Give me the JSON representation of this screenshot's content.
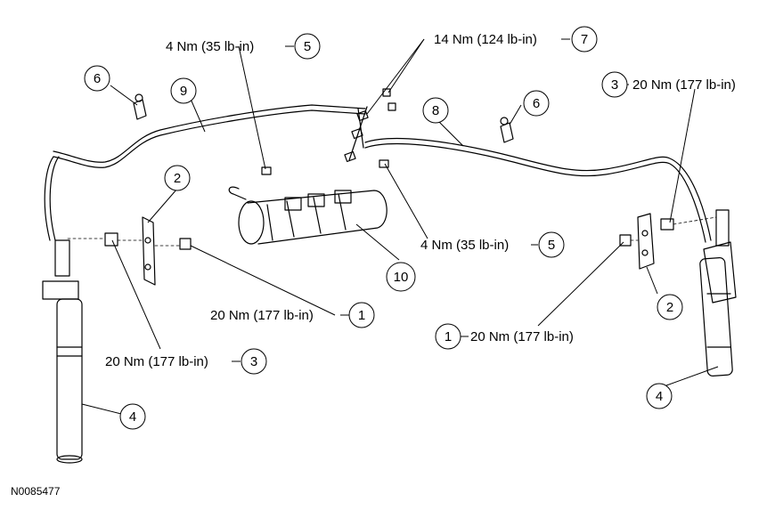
{
  "figure_id": "N0085477",
  "callouts": {
    "c1a": {
      "number": "1",
      "torque": "20 Nm (177 lb-in)"
    },
    "c1b": {
      "number": "1",
      "torque": "20 Nm (177 lb-in)"
    },
    "c2a": {
      "number": "2"
    },
    "c2b": {
      "number": "2"
    },
    "c3a": {
      "number": "3",
      "torque": "20 Nm (177 lb-in)"
    },
    "c3b": {
      "number": "3",
      "torque": "20 Nm (177 lb-in)"
    },
    "c4a": {
      "number": "4"
    },
    "c4b": {
      "number": "4"
    },
    "c5a": {
      "number": "5",
      "torque": "4 Nm (35 lb-in)"
    },
    "c5b": {
      "number": "5",
      "torque": "4 Nm (35 lb-in)"
    },
    "c6a": {
      "number": "6"
    },
    "c6b": {
      "number": "6"
    },
    "c7": {
      "number": "7",
      "torque": "14 Nm (124 lb-in)"
    },
    "c8": {
      "number": "8"
    },
    "c9": {
      "number": "9"
    },
    "c10": {
      "number": "10"
    }
  }
}
